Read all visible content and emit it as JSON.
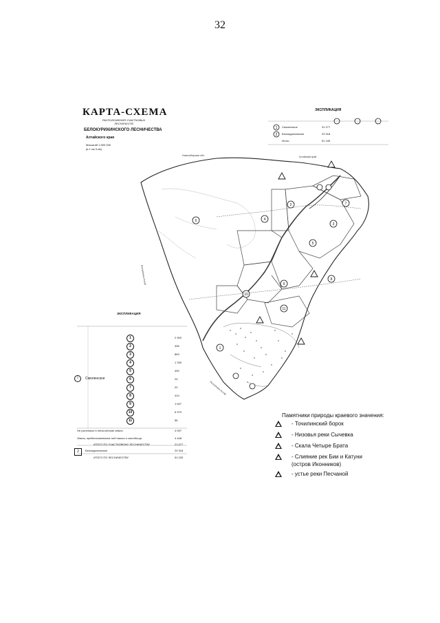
{
  "page_number": "32",
  "title": {
    "main": "КАРТА-СХЕМА",
    "line1": "РАСПОЛОЖЕНИЯ УЧАСТКОВЫХ ЛЕСНИЧЕСТВ",
    "line2": "БЕЛОКУРИХИНСКОГО ЛЕСНИЧЕСТВА",
    "region": "Алтайского края",
    "scale": "Масштаб 1:300 000",
    "scale2": "(в 1 см 3 км)"
  },
  "explic_top": {
    "title": "ЭКСПЛИКАЦИЯ",
    "rows": [
      {
        "num": "1",
        "name": "Смоленское",
        "value": "31 277"
      },
      {
        "num": "2",
        "name": "Белокурихинское",
        "value": "29 318"
      },
      {
        "num": "",
        "name": "Итого",
        "value": "51 105"
      }
    ]
  },
  "explic_bottom": {
    "title": "ЭКСПЛИКАЦИЯ",
    "lesnichestvo_1": "Смоленское",
    "rows": [
      {
        "num": "1",
        "value": "2 900"
      },
      {
        "num": "2",
        "value": "406"
      },
      {
        "num": "3",
        "value": "863"
      },
      {
        "num": "4",
        "value": "1 330"
      },
      {
        "num": "5",
        "value": "400"
      },
      {
        "num": "6",
        "value": "24"
      },
      {
        "num": "7",
        "value": "22"
      },
      {
        "num": "8",
        "value": "414"
      },
      {
        "num": "9",
        "value": "1 647"
      },
      {
        "num": "10",
        "value": "6 973"
      },
      {
        "num": "11",
        "value": "56"
      }
    ],
    "summary": [
      {
        "label": "Не учтенные в лесничестве земли",
        "value": "4 097"
      },
      {
        "label": "Земли, предоставленные под пашни и пастбища",
        "value": "4 448"
      },
      {
        "label": "ИТОГО ПО УЧАСТКОВОМУ ЛЕСНИЧЕСТВУ",
        "value": "21 677"
      }
    ],
    "lesnichestvo_2_num": "2",
    "lesnichestvo_2": "Белокурихинское",
    "lesnichestvo_2_value": "29 318",
    "total_label": "ИТОГО ПО ЛЕСНИЧЕСТВУ",
    "total_value": "51 025"
  },
  "legend": {
    "title": "Памятники природы краевого значения:",
    "items": [
      "- Точилинский борок",
      "- Низовья реки Сычевка",
      "- Скала Четыре Брата",
      "- Слияние рек Бии и Катуни",
      "- устье реки Песчаной"
    ],
    "item4_line2": "(остров Иконников)"
  },
  "map_labels": {
    "top_river": "Новосибирская обл.",
    "right_region": "Алтайский край",
    "left_region": "Республика Алтай",
    "bottom_region": "Республика Алтай"
  },
  "map_numbers": [
    "1",
    "2",
    "3",
    "4",
    "5",
    "6",
    "7",
    "8",
    "9",
    "10",
    "11"
  ]
}
